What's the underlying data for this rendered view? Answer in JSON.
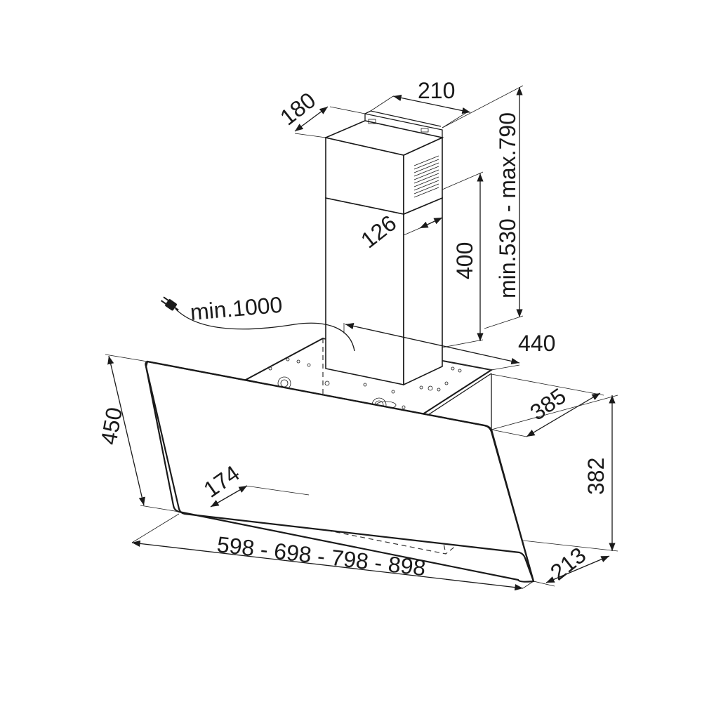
{
  "dimensions": {
    "chimney_depth": "180",
    "chimney_width": "210",
    "chimney_height_range": "min.530 - max.790",
    "chimney_offset": "126",
    "upper_chimney_height": "400",
    "body_depth_top": "440",
    "body_depth": "385",
    "body_height": "382",
    "base_depth": "213",
    "panel_height": "450",
    "inner_offset": "174",
    "widths": "598 - 698 - 798 - 898",
    "cable_length": "min.1000"
  },
  "colors": {
    "line": "#1a1a1a",
    "background": "#ffffff"
  },
  "icons": {
    "plug": "power-plug-icon"
  }
}
